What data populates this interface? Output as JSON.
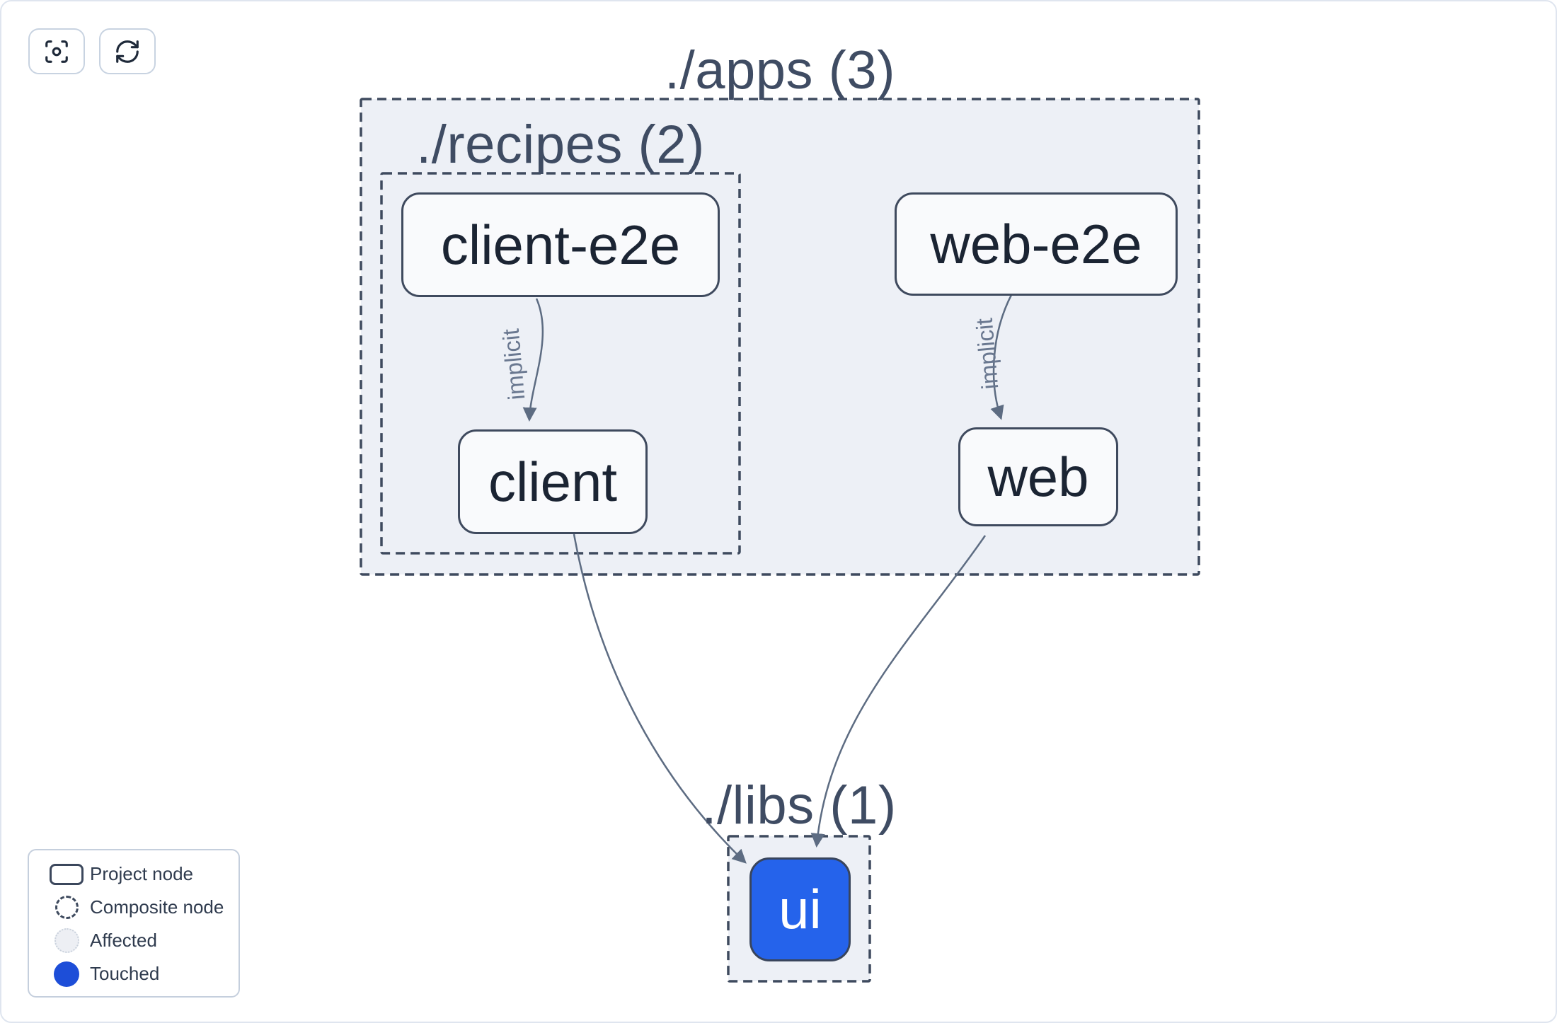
{
  "toolbar": {
    "focus_button": {
      "icon": "focus-icon",
      "tooltip": ""
    },
    "refresh_button": {
      "icon": "refresh-icon",
      "tooltip": ""
    }
  },
  "graph": {
    "composites": [
      {
        "id": "apps",
        "label": "./apps (3)"
      },
      {
        "id": "recipes",
        "label": "./recipes (2)"
      },
      {
        "id": "libs",
        "label": "./libs (1)"
      }
    ],
    "nodes": [
      {
        "id": "client-e2e",
        "label": "client-e2e",
        "type": "project",
        "state": "normal"
      },
      {
        "id": "client",
        "label": "client",
        "type": "project",
        "state": "normal"
      },
      {
        "id": "web-e2e",
        "label": "web-e2e",
        "type": "project",
        "state": "normal"
      },
      {
        "id": "web",
        "label": "web",
        "type": "project",
        "state": "normal"
      },
      {
        "id": "ui",
        "label": "ui",
        "type": "project",
        "state": "touched"
      }
    ],
    "edges": [
      {
        "source": "client-e2e",
        "target": "client",
        "label": "implicit"
      },
      {
        "source": "web-e2e",
        "target": "web",
        "label": "implicit"
      },
      {
        "source": "client",
        "target": "ui",
        "label": ""
      },
      {
        "source": "web",
        "target": "ui",
        "label": ""
      }
    ]
  },
  "legend": {
    "items": [
      {
        "swatch": "project",
        "label": "Project node"
      },
      {
        "swatch": "composite",
        "label": "Composite node"
      },
      {
        "swatch": "affected",
        "label": "Affected"
      },
      {
        "swatch": "touched",
        "label": "Touched"
      }
    ]
  },
  "colors": {
    "touched_fill": "#1d4ed8",
    "touched_node_fill": "#2563eb",
    "composite_fill": "#edf0f6",
    "dashed_border": "#3e4a5e",
    "node_border": "#3f4a5e",
    "node_fill": "#f9fafc",
    "edge": "#5d6c82",
    "affected_fill": "#edeff4",
    "label_text": "#3f4c63",
    "node_text": "#1b2433"
  }
}
